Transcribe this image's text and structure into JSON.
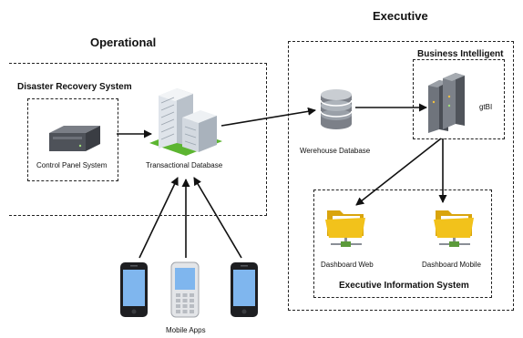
{
  "headings": {
    "executive": "Executive",
    "operational": "Operational"
  },
  "groups": {
    "disaster_recovery": "Disaster Recovery System",
    "business_intelligent": "Business Intelligent",
    "executive_information": "Executive Information System"
  },
  "nodes": {
    "control_panel": "Control Panel System",
    "transactional_db": "Transactional Database",
    "warehouse_db": "Werehouse Database",
    "gtbi": "gtBI",
    "dashboard_web": "Dashboard Web",
    "dashboard_mobile": "Dashboard Mobile",
    "mobile_apps": "Mobile Apps"
  },
  "icons": {
    "control_panel": "rack-device-icon",
    "transactional_db": "office-building-icon",
    "warehouse_db": "database-cylinder-icon",
    "gtbi": "server-tower-icon",
    "dashboard_web": "folder-network-icon",
    "dashboard_mobile": "folder-network-icon",
    "mobile_apps": "smartphone-icon"
  },
  "edges": [
    {
      "from": "control_panel",
      "to": "transactional_db"
    },
    {
      "from": "transactional_db",
      "to": "warehouse_db"
    },
    {
      "from": "warehouse_db",
      "to": "gtbi"
    },
    {
      "from": "gtbi",
      "to": "dashboard_web"
    },
    {
      "from": "gtbi",
      "to": "dashboard_mobile"
    },
    {
      "from": "mobile_apps",
      "to": "transactional_db"
    }
  ],
  "colors": {
    "line": "#111111",
    "folder": "#f2c21b",
    "phone_screen": "#7fb6ee",
    "building_base": "#5cb531"
  }
}
